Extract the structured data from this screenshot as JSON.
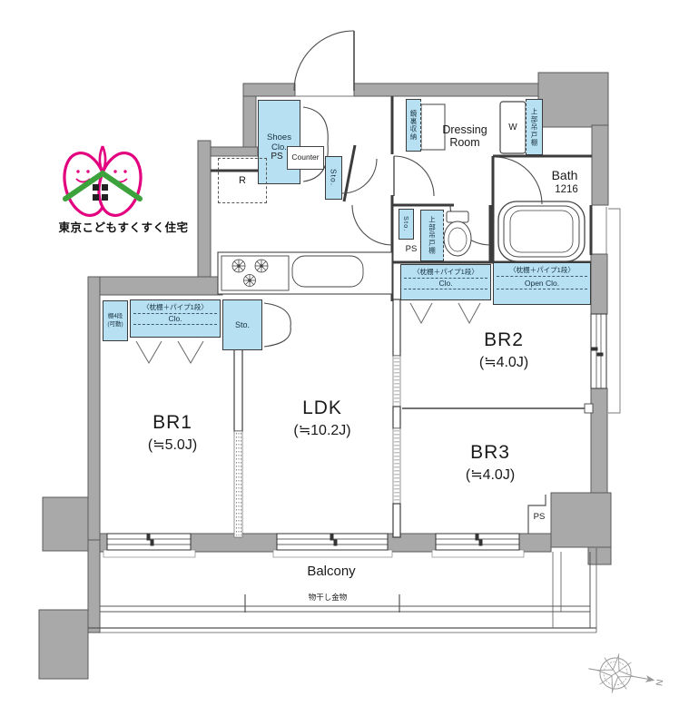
{
  "logo": {
    "text": "東京こどもすくすく住宅"
  },
  "colors": {
    "wall": "#a9a9a9",
    "storage_fill": "#b8e0f3",
    "logo_pink": "#e3007f",
    "logo_green": "#3ca23c",
    "line": "#3c3c3c"
  },
  "rooms": {
    "br1": {
      "name": "BR1",
      "size": "(≒5.0J)"
    },
    "ldk": {
      "name": "LDK",
      "size": "(≒10.2J)"
    },
    "br2": {
      "name": "BR2",
      "size": "(≒4.0J)"
    },
    "br3": {
      "name": "BR3",
      "size": "(≒4.0J)"
    },
    "bath": {
      "name": "Bath",
      "size": "1216"
    },
    "dressing": {
      "name": "Dressing Room"
    },
    "balcony": {
      "name": "Balcony"
    }
  },
  "labels": {
    "shoes_closet": "Shoes Clo.",
    "counter": "Counter",
    "ps": "PS",
    "sto": "Sto.",
    "refrigerator": "R",
    "washer": "W",
    "mirror_storage": "鏡裏収納",
    "upper_cabinet": "上部吊戸棚",
    "shelf_movable_line1": "棚4段",
    "shelf_movable_line2": "(可動)",
    "closet_note": "〈枕棚＋パイプ1段〉",
    "closet": "Clo.",
    "open_closet": "Open Clo.",
    "laundry_hardware": "物干し金物",
    "compass_north": "N"
  }
}
